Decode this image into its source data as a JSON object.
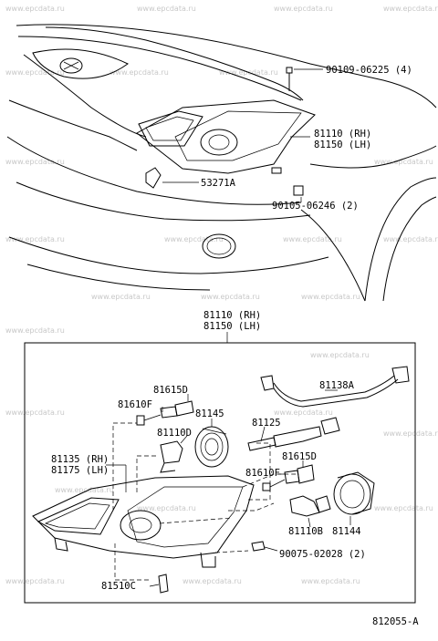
{
  "watermark": "www.epcdata.ru",
  "labels": {
    "bolt_top": "90109-06225 (4)",
    "assy_rh_top": "81110 (RH)",
    "assy_lh_top": "81150 (LH)",
    "clip_left": "53271A",
    "clip_right": "90105-06246 (2)",
    "assy_rh": "81110 (RH)",
    "assy_lh": "81150 (LH)",
    "wire": "81138A",
    "socket_a": "81615D",
    "bulb_a": "81610F",
    "cover_a": "81145",
    "bulb_main": "81110D",
    "side_bulb": "81125",
    "socket_b": "81615D",
    "bulb_b": "81610F",
    "turn_rh": "81135 (RH)",
    "turn_lh": "81175 (LH)",
    "bulb_hi": "81110B",
    "cover_b": "81144",
    "screw": "90075-02028 (2)",
    "small_bulb": "81510C",
    "diagram_no": "812055-A"
  }
}
